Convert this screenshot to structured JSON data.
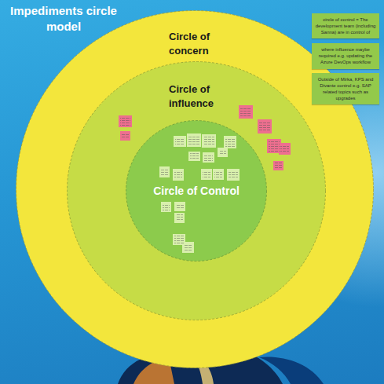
{
  "diagram": {
    "title": "Impediments circle model",
    "nodes": [
      {
        "text": [
          "Circle of concern"
        ]
      },
      {
        "text": [
          "Circle of influence"
        ],
        "in": 0
      },
      {
        "text": [
          "Circle of Control"
        ],
        "in": 1
      },
      {
        "text": [
          "circle of control = The development team (including Sanna) are in control of"
        ]
      },
      {
        "text": [
          "where influence maybe required e.g. updating the Azure DevOps workflow"
        ]
      },
      {
        "text": [
          "Outside of Mirka, KPS and Divante control e.g. SAP related topics such as upgrades"
        ]
      }
    ]
  }
}
